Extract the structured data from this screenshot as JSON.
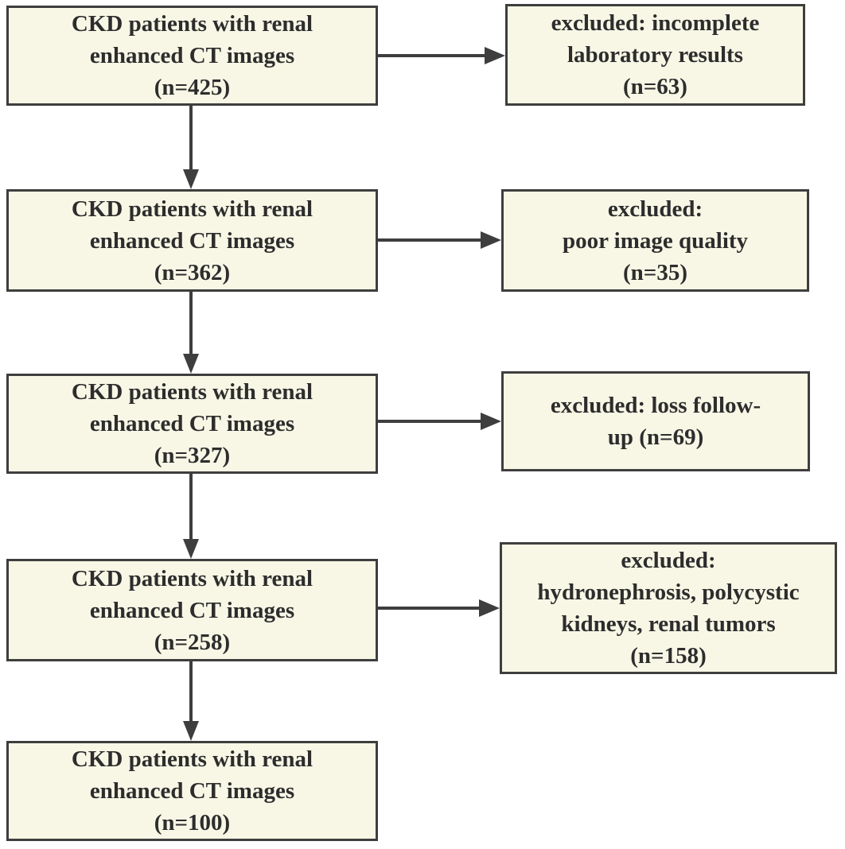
{
  "diagram": {
    "type": "flowchart",
    "colors": {
      "box_fill": "#f8f7e6",
      "box_border": "#3e3e3e",
      "arrow": "#3e3e3e",
      "text": "#2d2d2d",
      "background": "#ffffff"
    },
    "main_flow": [
      {
        "label": "CKD patients with renal\nenhanced CT images\n(n=425)",
        "n": 425
      },
      {
        "label": "CKD patients with renal\nenhanced CT images\n(n=362)",
        "n": 362
      },
      {
        "label": "CKD patients with renal\nenhanced CT images\n(n=327)",
        "n": 327
      },
      {
        "label": "CKD patients with renal\nenhanced CT images\n(n=258)",
        "n": 258
      },
      {
        "label": "CKD patients with renal\nenhanced CT images\n(n=100)",
        "n": 100
      }
    ],
    "exclusions": [
      {
        "label": "excluded: incomplete\nlaboratory results\n(n=63)",
        "n": 63
      },
      {
        "label": "excluded:\npoor image quality\n(n=35)",
        "n": 35
      },
      {
        "label": "excluded: loss follow-\nup (n=69)",
        "n": 69
      },
      {
        "label": "excluded:\nhydronephrosis, polycystic\nkidneys, renal tumors\n(n=158)",
        "n": 158
      }
    ]
  }
}
